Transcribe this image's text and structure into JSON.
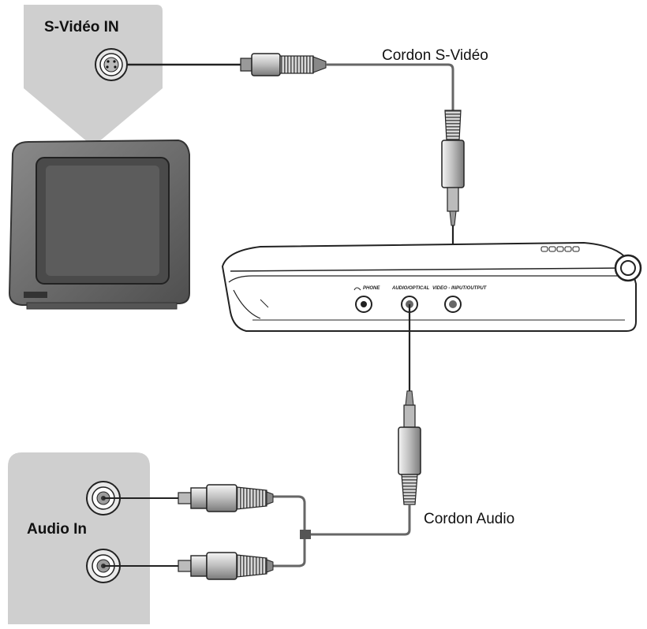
{
  "labels": {
    "svideo_in": "S-Vidéo IN",
    "cordon_svideo": "Cordon S-Vidéo",
    "cordon_audio": "Cordon Audio",
    "audio_in": "Audio In"
  },
  "player_ports": {
    "phone": "PHONE",
    "audio_optical": "AUDIO/OPTICAL",
    "video_io": "VIDEO - INPUT/OUTPUT"
  },
  "colors": {
    "panel_gray": "#cfcfcf",
    "tv_body": "#6f6f6f",
    "tv_screen": "#4a4a4a",
    "cable": "#333333"
  },
  "icons": [
    "svideo-jack-icon",
    "rca-jack-icon",
    "headphone-icon"
  ]
}
